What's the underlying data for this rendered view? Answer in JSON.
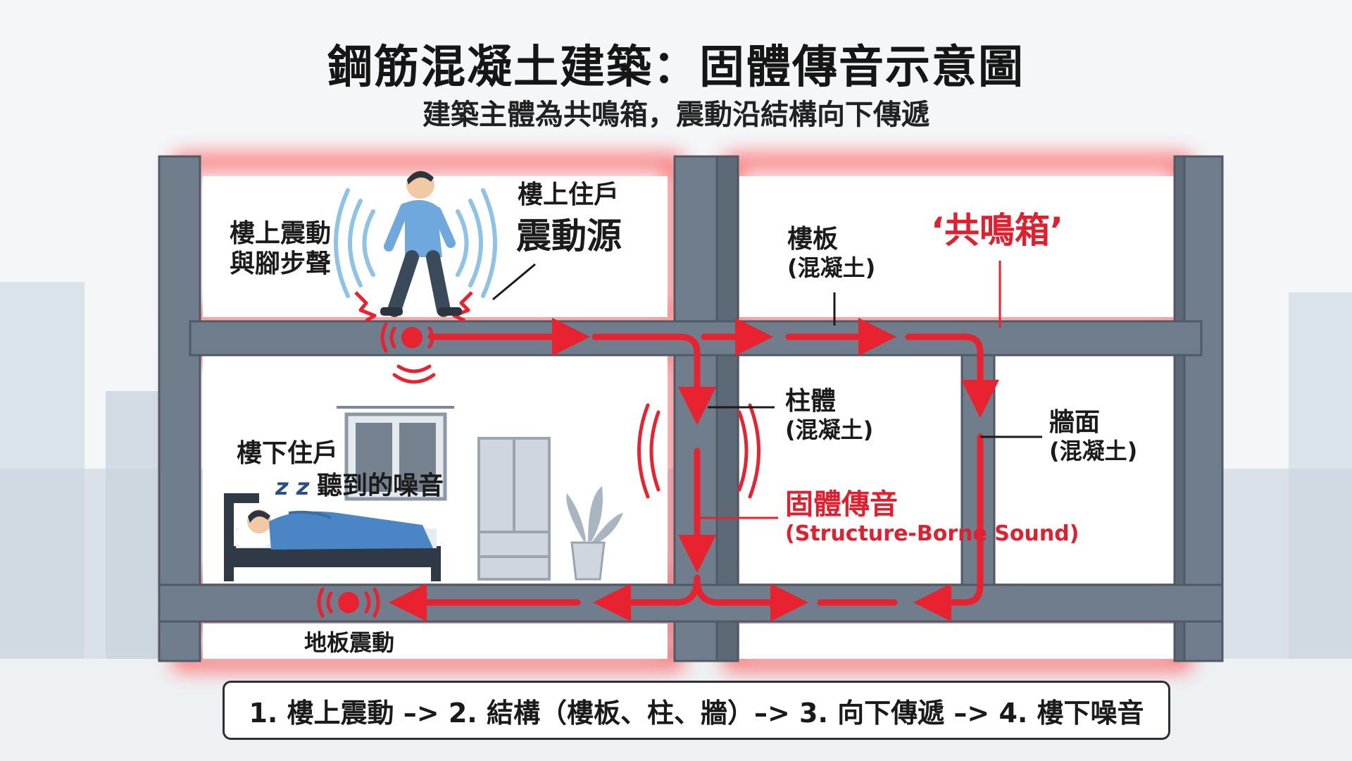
{
  "title": "鋼筋混凝土建築：固體傳音示意圖",
  "subtitle": "建築主體為共鳴箱，震動沿結構向下傳遞",
  "labels": {
    "upstairs_vibration": [
      "樓上震動",
      "與腳步聲"
    ],
    "upstairs_resident": "樓上住戶",
    "vibration_source": "震動源",
    "floor_slab": [
      "樓板",
      "(混凝土)"
    ],
    "resonance_box": "‘共鳴箱’",
    "column": [
      "柱體",
      "(混凝土)"
    ],
    "wall": [
      "牆面",
      "(混凝土)"
    ],
    "structure_borne": [
      "固體傳音",
      "(Structure-Borne Sound)"
    ],
    "downstairs_resident": "樓下住戶",
    "heard_noise": "聽到的噪音",
    "floor_vibration": "地板震動",
    "snore": "z z"
  },
  "flow_summary": "1. 樓上震動 –> 2. 結構（樓板、柱、牆）–> 3. 向下傳遞 –> 4. 樓下噪音",
  "colors": {
    "concrete": "#6f7d8c",
    "concrete_dark": "#4e5a66",
    "glow": "#ff3b3b",
    "arrow": "#e8222e",
    "wave_blue": "#8ec3e6",
    "sky": "#dfe6ec",
    "blanket": "#4a86c5"
  },
  "icons": [
    "walking-person-icon",
    "sleeping-person-icon",
    "bed-icon",
    "window-icon",
    "moon-icon",
    "wardrobe-icon",
    "plant-icon",
    "vibration-wave-icon",
    "impact-burst-icon"
  ]
}
